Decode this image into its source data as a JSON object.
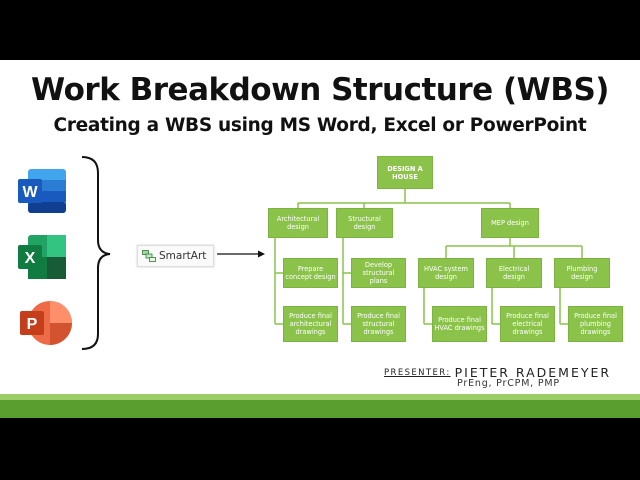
{
  "title": "Work Breakdown Structure (WBS)",
  "subtitle": "Creating a WBS using MS Word, Excel or PowerPoint",
  "apps": {
    "word": {
      "letter": "W",
      "color": "#185abd"
    },
    "excel": {
      "letter": "X",
      "color": "#107c41"
    },
    "powerpoint": {
      "letter": "P",
      "color": "#c43e1c"
    }
  },
  "smartart_label": "SmartArt",
  "wbs": {
    "root": "DESIGN A HOUSE",
    "architectural": "Architectural design",
    "architectural_1": "Prepare concept design",
    "architectural_2": "Produce final architectural drawings",
    "structural": "Structural design",
    "structural_1": "Develop structural plans",
    "structural_2": "Produce final structural drawings",
    "mep": "MEP design",
    "hvac": "HVAC system design",
    "hvac_1": "Produce final HVAC drawings",
    "electrical": "Electrical design",
    "electrical_1": "Produce final electrical drawings",
    "plumbing": "Plumbing design",
    "plumbing_1": "Produce final plumbing drawings"
  },
  "presenter": {
    "label": "PRESENTER:",
    "name": "PIETER RADEMEYER",
    "credentials": "PrEng, PrCPM, PMP"
  },
  "colors": {
    "box": "#8bc34a",
    "bar_light": "#9ccc65",
    "bar_dark": "#5b9e30"
  }
}
